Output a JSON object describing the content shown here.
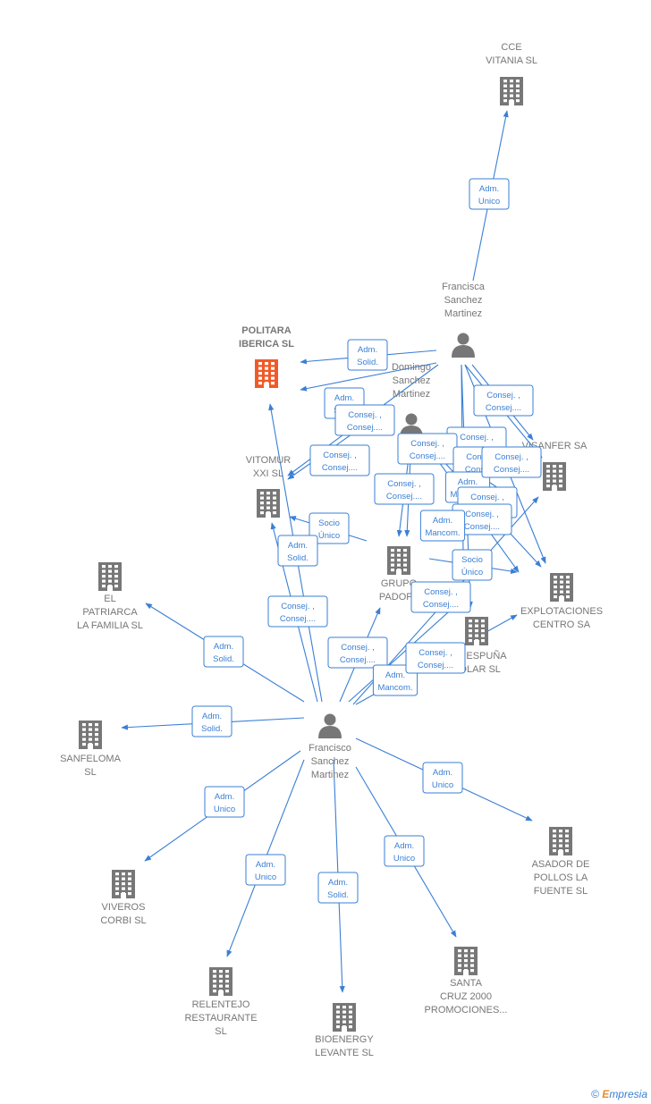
{
  "colors": {
    "edge": "#3a7fd5",
    "node": "#777777",
    "highlight": "#f05a28",
    "label": "#777777"
  },
  "nodes": {
    "cce_vitania": {
      "lines": [
        "CCE",
        "VITANIA  SL"
      ],
      "icon": "building-icon"
    },
    "francisca": {
      "lines": [
        "Francisca",
        "Sanchez",
        "Martinez"
      ],
      "icon": "person-icon"
    },
    "politara": {
      "lines": [
        "POLITARA",
        "IBERICA  SL"
      ],
      "icon": "building-icon"
    },
    "domingo": {
      "lines": [
        "Domingo",
        "Sanchez",
        "Martinez"
      ],
      "icon": "person-icon"
    },
    "vitomur": {
      "lines": [
        "VITOMUR",
        "XXI  SL"
      ],
      "icon": "building-icon"
    },
    "visanfer": {
      "lines": [
        "VISANFER SA"
      ],
      "icon": "building-icon"
    },
    "patriarca": {
      "lines": [
        "EL",
        "PATRIARCA",
        "LA FAMILIA  SL"
      ],
      "icon": "building-icon"
    },
    "grupo": {
      "lines": [
        "GRUPO",
        "PADOPA"
      ],
      "icon": "building-icon"
    },
    "explotaciones": {
      "lines": [
        "EXPLOTACIONES",
        "CENTRO SA"
      ],
      "icon": "building-icon"
    },
    "tenespuna": {
      "lines": [
        "TENESPUÑA",
        "SOLAR  SL"
      ],
      "icon": "building-icon"
    },
    "sanfeloma": {
      "lines": [
        "SANFELOMA",
        "SL"
      ],
      "icon": "building-icon"
    },
    "francisco": {
      "lines": [
        "Francisco",
        "Sanchez",
        "Martinez"
      ],
      "icon": "person-icon"
    },
    "asador": {
      "lines": [
        "ASADOR DE",
        "POLLOS LA",
        "FUENTE  SL"
      ],
      "icon": "building-icon"
    },
    "viveros": {
      "lines": [
        "VIVEROS",
        "CORBI  SL"
      ],
      "icon": "building-icon"
    },
    "relentejo": {
      "lines": [
        "RELENTEJO",
        "RESTAURANTE",
        "SL"
      ],
      "icon": "building-icon"
    },
    "bioenergy": {
      "lines": [
        "BIOENERGY",
        "LEVANTE SL"
      ],
      "icon": "building-icon"
    },
    "santacruz": {
      "lines": [
        "SANTA",
        "CRUZ 2000",
        "PROMOCIONES..."
      ],
      "icon": "building-icon"
    }
  },
  "relations": [
    [
      "Adm.",
      "Unico"
    ],
    [
      "Adm.",
      "Solid."
    ],
    [
      "Adm.",
      "Solid."
    ],
    [
      "Consej. ,",
      "Consej...."
    ],
    [
      "Consej. ,",
      "Consej...."
    ],
    [
      "Consej. ,",
      "Consej...."
    ],
    [
      "Consej. ,",
      "Consej...."
    ],
    [
      "Consej. ,",
      "Consej...."
    ],
    [
      "Consej. ,",
      "Consej...."
    ],
    [
      "Adm.",
      "Mancom."
    ],
    [
      "Consej. ,",
      "Consej...."
    ],
    [
      "Consej. ,",
      "Consej...."
    ],
    [
      "Consej. ,",
      "Consej...."
    ],
    [
      "Consej. ,",
      "Consej...."
    ],
    [
      "Adm.",
      "Mancom."
    ],
    [
      "Socio",
      "Único"
    ],
    [
      "Socio",
      "Único"
    ],
    [
      "Adm.",
      "Solid."
    ],
    [
      "Consej. ,",
      "Consej...."
    ],
    [
      "Consej. ,",
      "Consej...."
    ],
    [
      "Consej. ,",
      "Consej...."
    ],
    [
      "Adm.",
      "Mancom."
    ],
    [
      "Consej. ,",
      "Consej...."
    ],
    [
      "Adm.",
      "Solid."
    ],
    [
      "Adm.",
      "Solid."
    ],
    [
      "Adm.",
      "Unico"
    ],
    [
      "Adm.",
      "Unico"
    ],
    [
      "Adm.",
      "Unico"
    ],
    [
      "Adm.",
      "Solid."
    ],
    [
      "Adm.",
      "Unico"
    ]
  ],
  "footer": {
    "copyright": "©",
    "brand_initial": "E",
    "brand_rest": "mpresia"
  }
}
